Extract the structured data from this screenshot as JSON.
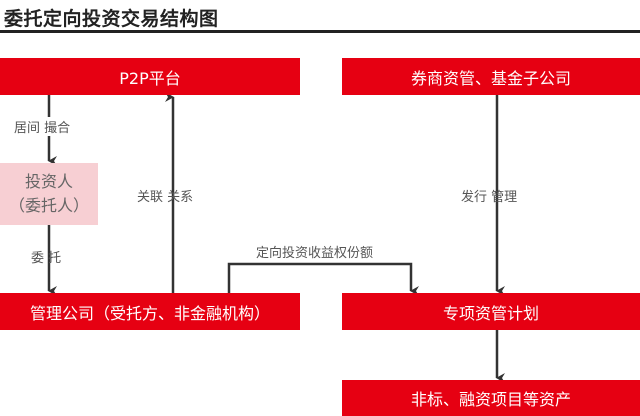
{
  "title": "委托定向投资交易结构图",
  "nodes": {
    "p2p": "P2P平台",
    "broker": "券商资管、基金子公司",
    "investor_line1": "投资人",
    "investor_line2": "（委托人）",
    "manager": "管理公司（受托方、非金融机构）",
    "plan": "专项资管计划",
    "assets": "非标、融资项目等资产"
  },
  "edges": {
    "p2p_to_investor": "居间  撮合",
    "investor_to_manager": "委  托",
    "manager_to_p2p": "关联  关系",
    "manager_to_plan": "定向投资收益权份额",
    "broker_to_plan": "发行  管理"
  },
  "colors": {
    "primary": "#e60012",
    "investor": "#f7cfd3",
    "line": "#333333"
  }
}
